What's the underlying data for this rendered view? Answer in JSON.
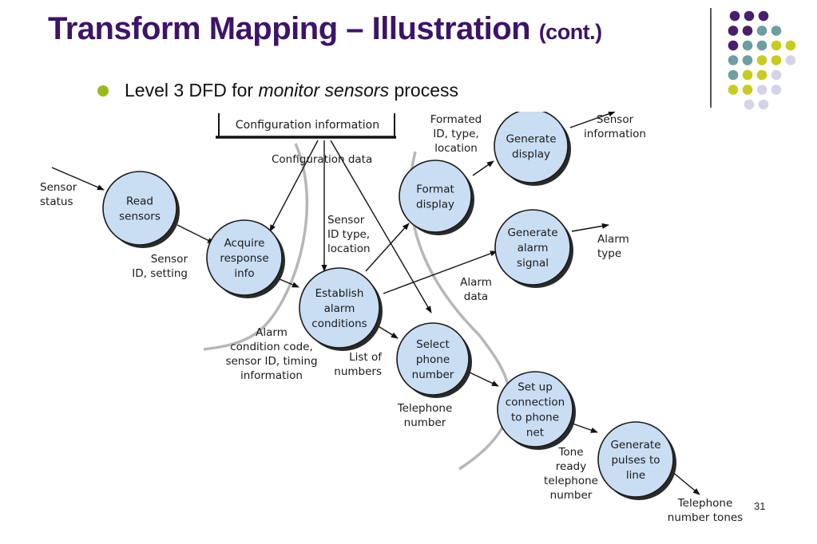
{
  "slide": {
    "title_main": "Transform Mapping – Illustration",
    "title_suffix": "(cont.)",
    "bullet_prefix": "Level 3 DFD for ",
    "bullet_italic": "monitor sensors",
    "bullet_suffix": " process",
    "page_number": "31"
  },
  "colors": {
    "title": "#3d1466",
    "bullet": "#9aba1c",
    "bubble": "#c9ddf3",
    "deco_purple": "#4a1e6b",
    "deco_teal": "#6e9ea0",
    "deco_yellow": "#c8cc1e",
    "deco_lavender": "#d4d4e8"
  },
  "diagram": {
    "store": "Configuration information",
    "processes": [
      {
        "id": "read",
        "lines": [
          "Read",
          "sensors"
        ]
      },
      {
        "id": "acquire",
        "lines": [
          "Acquire",
          "response",
          "info"
        ]
      },
      {
        "id": "establish",
        "lines": [
          "Establish",
          "alarm",
          "conditions"
        ]
      },
      {
        "id": "format",
        "lines": [
          "Format",
          "display"
        ]
      },
      {
        "id": "gen-display",
        "lines": [
          "Generate",
          "display"
        ]
      },
      {
        "id": "gen-alarm",
        "lines": [
          "Generate",
          "alarm",
          "signal"
        ]
      },
      {
        "id": "select",
        "lines": [
          "Select",
          "phone",
          "number"
        ]
      },
      {
        "id": "setup",
        "lines": [
          "Set up",
          "connection",
          "to phone",
          "net"
        ]
      },
      {
        "id": "pulses",
        "lines": [
          "Generate",
          "pulses to",
          "line"
        ]
      }
    ],
    "flow_labels": [
      {
        "id": "sensor-status",
        "lines": [
          "Sensor",
          "status"
        ]
      },
      {
        "id": "config-data",
        "lines": [
          "Configuration data"
        ]
      },
      {
        "id": "sensor-id-setting",
        "lines": [
          "Sensor",
          "ID, setting"
        ]
      },
      {
        "id": "sensor-id-type",
        "lines": [
          "Sensor",
          "ID type,",
          "location"
        ]
      },
      {
        "id": "formated",
        "lines": [
          "Formated",
          "ID, type,",
          "location"
        ]
      },
      {
        "id": "sensor-info",
        "lines": [
          "Sensor",
          "information"
        ]
      },
      {
        "id": "alarm-type",
        "lines": [
          "Alarm",
          "type"
        ]
      },
      {
        "id": "alarm-data",
        "lines": [
          "Alarm",
          "data"
        ]
      },
      {
        "id": "alarm-condition",
        "lines": [
          "Alarm",
          "condition code,",
          "sensor ID, timing",
          "information"
        ]
      },
      {
        "id": "list-numbers",
        "lines": [
          "List of",
          "numbers"
        ]
      },
      {
        "id": "telephone-number",
        "lines": [
          "Telephone",
          "number"
        ]
      },
      {
        "id": "tone-ready",
        "lines": [
          "Tone",
          "ready",
          "telephone",
          "number"
        ]
      },
      {
        "id": "tel-tones",
        "lines": [
          "Telephone",
          "number tones"
        ]
      }
    ]
  }
}
